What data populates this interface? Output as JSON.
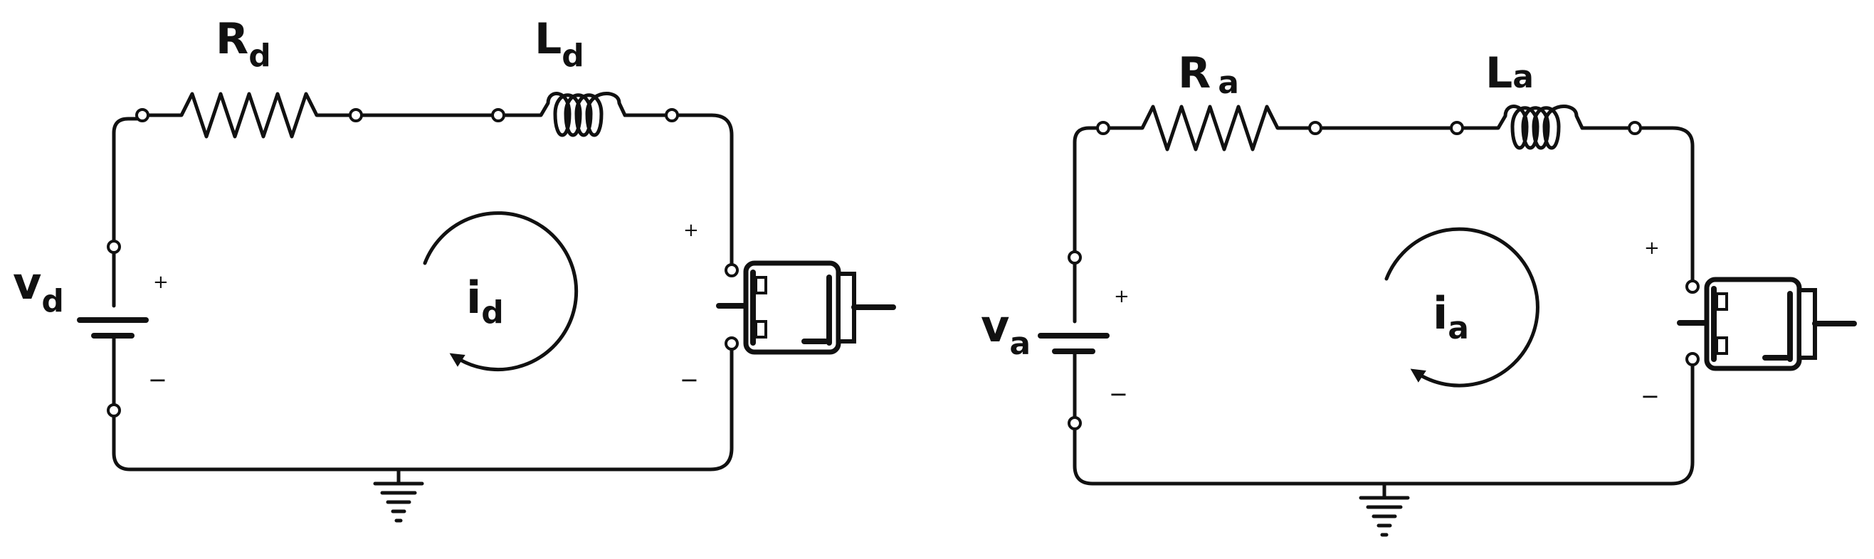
{
  "circuits": [
    {
      "id": "d",
      "resistor": {
        "symbol": "R",
        "sub": "d"
      },
      "inductor": {
        "symbol": "L",
        "sub": "d"
      },
      "source": {
        "symbol": "v",
        "sub": "d",
        "plus": "+",
        "minus": "−"
      },
      "current": {
        "symbol": "i",
        "sub": "d"
      },
      "motor": {
        "plus": "+",
        "minus": "−"
      }
    },
    {
      "id": "a",
      "resistor": {
        "symbol": "R",
        "sub": "a"
      },
      "inductor": {
        "symbol": "L",
        "sub": "a"
      },
      "source": {
        "symbol": "v",
        "sub": "a",
        "plus": "+",
        "minus": "−"
      },
      "current": {
        "symbol": "i",
        "sub": "a"
      },
      "motor": {
        "plus": "+",
        "minus": "−"
      }
    }
  ]
}
